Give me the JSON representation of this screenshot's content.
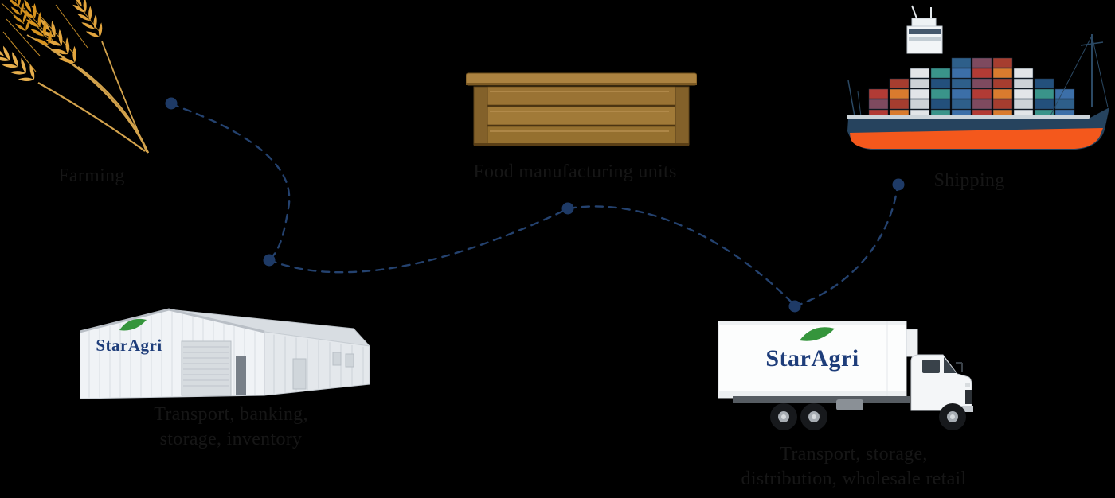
{
  "brand": {
    "name": "StarAgri",
    "navy": "#1e3d7a",
    "green": "#35953c"
  },
  "stages": {
    "farming": {
      "label": "Farming"
    },
    "warehouse": {
      "label_line1": "Transport, banking,",
      "label_line2": "storage, inventory"
    },
    "food_units": {
      "label": "Food manufacturing units"
    },
    "distribution": {
      "label_line1": "Transport, storage,",
      "label_line2": "distribution, wholesale retail"
    },
    "shipping": {
      "label": "Shipping"
    }
  },
  "icons": {
    "wheat": "wheat-ears-illustration",
    "warehouse": "warehouse-building-illustration",
    "crate": "wooden-crate-illustration",
    "truck": "box-truck-illustration",
    "ship": "container-ship-illustration"
  },
  "style": {
    "background": "#000000",
    "label_color": "#161616",
    "connector_color": "#24426f",
    "connector_dot_color": "#1e3a66",
    "wheat_gold": "#dfa235",
    "crate_brown": "#9a7334",
    "hull_navy": "#26435e",
    "hull_orange": "#f4581c"
  }
}
